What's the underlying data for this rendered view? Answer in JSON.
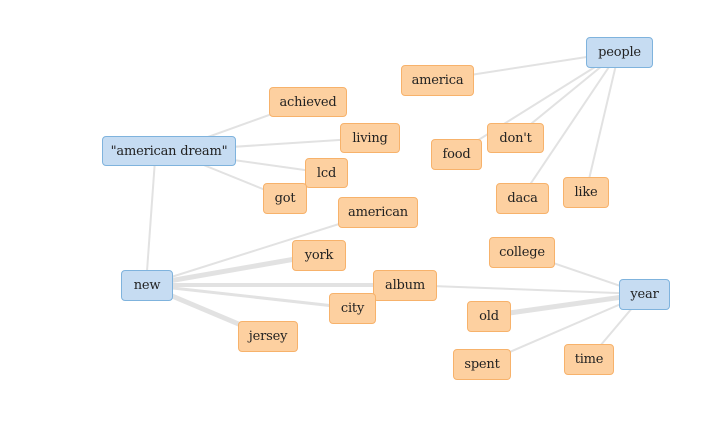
{
  "graph": {
    "colors": {
      "hub_fill": "#c6dcf2",
      "hub_border": "#7fb3dd",
      "leaf_fill": "#fdd0a0",
      "leaf_border": "#f7b26b",
      "edge": "#e2e2e2"
    },
    "hubs": [
      {
        "id": "american_dream",
        "label": "\"american dream\""
      },
      {
        "id": "people",
        "label": "people"
      },
      {
        "id": "new",
        "label": "new"
      },
      {
        "id": "year",
        "label": "year"
      }
    ],
    "leaves": [
      {
        "id": "achieved",
        "label": "achieved"
      },
      {
        "id": "living",
        "label": "living"
      },
      {
        "id": "lcd",
        "label": "lcd"
      },
      {
        "id": "got",
        "label": "got"
      },
      {
        "id": "america",
        "label": "america"
      },
      {
        "id": "food",
        "label": "food"
      },
      {
        "id": "dont",
        "label": "don't"
      },
      {
        "id": "daca",
        "label": "daca"
      },
      {
        "id": "like",
        "label": "like"
      },
      {
        "id": "american",
        "label": "american"
      },
      {
        "id": "york",
        "label": "york"
      },
      {
        "id": "album",
        "label": "album"
      },
      {
        "id": "city",
        "label": "city"
      },
      {
        "id": "jersey",
        "label": "jersey"
      },
      {
        "id": "college",
        "label": "college"
      },
      {
        "id": "old",
        "label": "old"
      },
      {
        "id": "spent",
        "label": "spent"
      },
      {
        "id": "time",
        "label": "time"
      }
    ],
    "edges": [
      [
        "american_dream",
        "achieved"
      ],
      [
        "american_dream",
        "living"
      ],
      [
        "american_dream",
        "lcd"
      ],
      [
        "american_dream",
        "got"
      ],
      [
        "american_dream",
        "new"
      ],
      [
        "people",
        "america"
      ],
      [
        "people",
        "food"
      ],
      [
        "people",
        "dont"
      ],
      [
        "people",
        "daca"
      ],
      [
        "people",
        "like"
      ],
      [
        "new",
        "american"
      ],
      [
        "new",
        "york"
      ],
      [
        "new",
        "album"
      ],
      [
        "new",
        "city"
      ],
      [
        "new",
        "jersey"
      ],
      [
        "year",
        "album"
      ],
      [
        "year",
        "college"
      ],
      [
        "year",
        "old"
      ],
      [
        "year",
        "spent"
      ],
      [
        "year",
        "time"
      ]
    ]
  }
}
